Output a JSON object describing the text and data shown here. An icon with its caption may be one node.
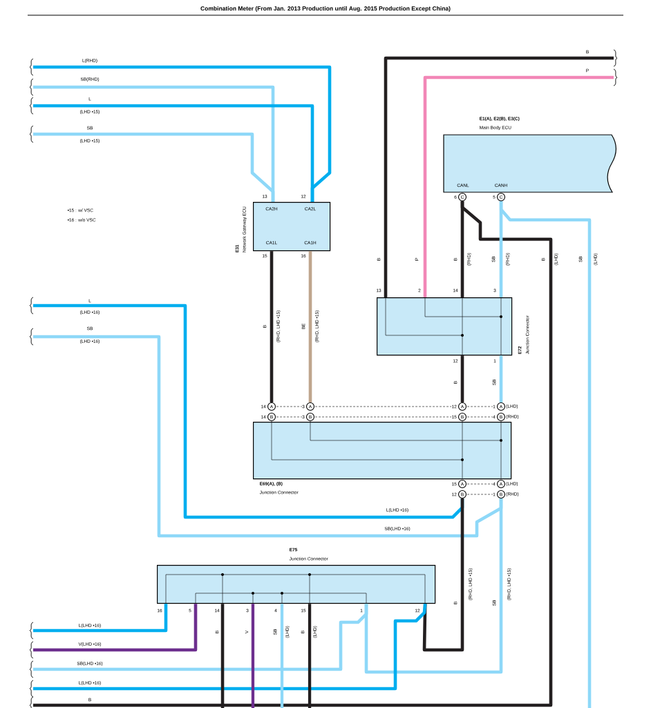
{
  "diagram": {
    "title": "Combination Meter (From Jan. 2013 Production until Aug. 2015 Production Except China)",
    "nodes": [
      {
        "text": [
          "E31",
          "Network Gateway ECU",
          "CA2H",
          "CA2L",
          "CA1L",
          "CA1H"
        ]
      },
      {
        "text": [
          "E1(A), E2(B), E3(C)",
          "Main Body ECU",
          "CANL",
          "CANH"
        ]
      },
      {
        "text": [
          "E72",
          "Junction Connector"
        ]
      },
      {
        "text": [
          "E69(A), (B)",
          "Junction Connector"
        ]
      },
      {
        "text": [
          "E75",
          "Junction Connector"
        ]
      },
      {
        "text": [
          "C"
        ],
        "beside": [
          "6"
        ]
      },
      {
        "text": [
          "C"
        ],
        "beside": [
          "5"
        ]
      },
      {
        "text": [
          "A"
        ],
        "beside": [
          "14"
        ]
      },
      {
        "text": [
          "B"
        ],
        "beside": [
          "14"
        ]
      },
      {
        "text": [
          "A"
        ],
        "beside": [
          "3"
        ]
      },
      {
        "text": [
          "B"
        ],
        "beside": [
          "3"
        ]
      },
      {
        "text": [
          "A"
        ],
        "beside": [
          "12"
        ]
      },
      {
        "text": [
          "B"
        ],
        "beside": [
          "15"
        ]
      },
      {
        "text": [
          "A"
        ],
        "beside": [
          "1",
          "(LHD)"
        ]
      },
      {
        "text": [
          "B"
        ],
        "beside": [
          "4",
          "(RHD)"
        ]
      },
      {
        "text": [
          "A"
        ],
        "beside": [
          "15"
        ]
      },
      {
        "text": [
          "B"
        ],
        "beside": [
          "12"
        ]
      },
      {
        "text": [
          "A"
        ],
        "beside": [
          "4",
          "(LHD)"
        ]
      },
      {
        "text": [
          "B"
        ],
        "beside": [
          "1",
          "(RHD)"
        ]
      }
    ],
    "edges": [
      {
        "from": null,
        "to": 0,
        "arrow": "none",
        "color": "#00aeef"
      },
      {
        "from": null,
        "to": 0,
        "arrow": "none",
        "color": "#8ed8f8"
      },
      {
        "from": null,
        "to": 0,
        "arrow": "none",
        "color": "#00aeef"
      },
      {
        "from": null,
        "to": 0,
        "arrow": "none",
        "color": "#8ed8f8"
      },
      {
        "from": 0,
        "to": 7,
        "arrow": "none",
        "color": "#231f20"
      },
      {
        "from": 0,
        "to": 9,
        "arrow": "none",
        "color": "#bfa58d"
      },
      {
        "from": null,
        "to": 2,
        "arrow": "none",
        "color": "#231f20"
      },
      {
        "from": null,
        "to": 2,
        "arrow": "none",
        "color": "#f287b7"
      },
      {
        "from": 5,
        "to": 2,
        "arrow": "none",
        "color": "#231f20"
      },
      {
        "from": 5,
        "to": null,
        "arrow": "none",
        "color": "#231f20"
      },
      {
        "from": 6,
        "to": 2,
        "arrow": "none",
        "color": "#8ed8f8"
      },
      {
        "from": 6,
        "to": null,
        "arrow": "none",
        "color": "#8ed8f8"
      },
      {
        "from": 2,
        "to": 11,
        "arrow": "none",
        "color": "#231f20"
      },
      {
        "from": 2,
        "to": 13,
        "arrow": "none",
        "color": "#8ed8f8"
      },
      {
        "from": null,
        "to": 16,
        "arrow": "none",
        "color": "#00aeef"
      },
      {
        "from": null,
        "to": 18,
        "arrow": "none",
        "color": "#8ed8f8"
      },
      {
        "from": 16,
        "to": 4,
        "arrow": "none",
        "color": "#231f20"
      },
      {
        "from": 18,
        "to": 4,
        "arrow": "none",
        "color": "#8ed8f8"
      },
      {
        "from": null,
        "to": 4,
        "arrow": "none",
        "color": "#00aeef"
      },
      {
        "from": null,
        "to": 4,
        "arrow": "none",
        "color": "#6d2f8e"
      },
      {
        "from": null,
        "to": 4,
        "arrow": "none",
        "color": "#8ed8f8"
      },
      {
        "from": null,
        "to": 4,
        "arrow": "none",
        "color": "#00aeef"
      },
      {
        "from": 4,
        "to": null,
        "arrow": "none",
        "color": "#231f20"
      },
      {
        "from": 4,
        "to": null,
        "arrow": "none",
        "color": "#6d2f8e"
      },
      {
        "from": 4,
        "to": null,
        "arrow": "none",
        "color": "#8ed8f8"
      },
      {
        "from": 4,
        "to": null,
        "arrow": "none",
        "color": "#231f20"
      },
      {
        "from": 7,
        "to": 9,
        "arrow": "none",
        "style": "dashed",
        "color": "#000000"
      },
      {
        "from": 9,
        "to": 11,
        "arrow": "none",
        "style": "dashed",
        "color": "#000000"
      },
      {
        "from": 11,
        "to": 13,
        "arrow": "none",
        "style": "dashed",
        "color": "#000000"
      },
      {
        "from": 8,
        "to": 10,
        "arrow": "none",
        "style": "dashed",
        "color": "#000000"
      },
      {
        "from": 10,
        "to": 12,
        "arrow": "none",
        "style": "dashed",
        "color": "#000000"
      },
      {
        "from": 12,
        "to": 14,
        "arrow": "none",
        "style": "dashed",
        "color": "#000000"
      },
      {
        "from": 15,
        "to": 17,
        "arrow": "none",
        "style": "dashed",
        "color": "#000000"
      },
      {
        "from": 16,
        "to": 18,
        "arrow": "none",
        "style": "dashed",
        "color": "#000000"
      }
    ],
    "labels": [
      "L(RHD)",
      "SB(RHD)",
      "L",
      "(LHD •15)",
      "SB",
      "(LHD •15)",
      "B",
      "P",
      "13",
      "12",
      "•15 : w/ VSC",
      "•16 : w/o VSC",
      "15",
      "16",
      "B",
      "P",
      "B",
      "(RHD)",
      "SB",
      "(RHD)",
      "B",
      "(LHD)",
      "SB",
      "(LHD)",
      "13",
      "2",
      "14",
      "3",
      "L",
      "(LHD •16)",
      "B",
      "(RHD, LHD •15)",
      "BE",
      "(RHD, LHD •15)",
      "SB",
      "(LHD •16)",
      "12",
      "1",
      "B",
      "SB",
      "L(LHD •16)",
      "SB(LHD •16)",
      "16",
      "5",
      "14",
      "3",
      "4",
      "15",
      "1",
      "12",
      "B",
      "(RHD, LHD •15)",
      "SB",
      "(RHD, LHD •15)",
      "L(LHD •16)",
      "B",
      "V",
      "SB",
      "(LHD)",
      "B",
      "(LHD)",
      "V(LHD •16)",
      "SB(LHD •16)",
      "L(LHD •16)",
      "B"
    ]
  }
}
